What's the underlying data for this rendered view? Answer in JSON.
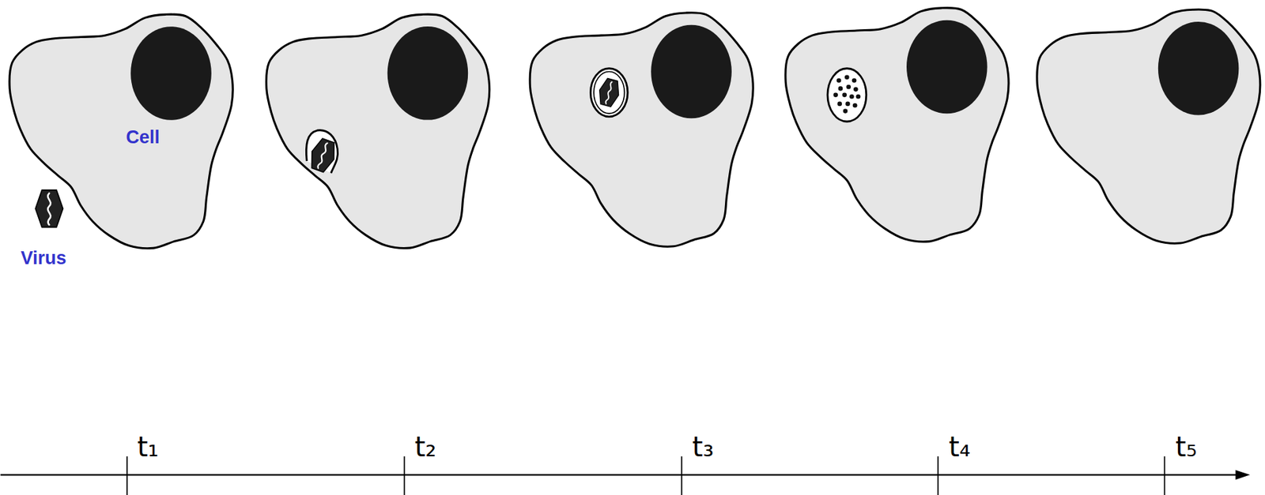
{
  "diagram": {
    "nodes": [
      {
        "text": [
          "Cell"
        ]
      },
      {
        "text": [
          "Virus"
        ]
      }
    ],
    "labels": [
      "t₁",
      "t₂",
      "t₃",
      "t₄",
      "t₅"
    ]
  }
}
